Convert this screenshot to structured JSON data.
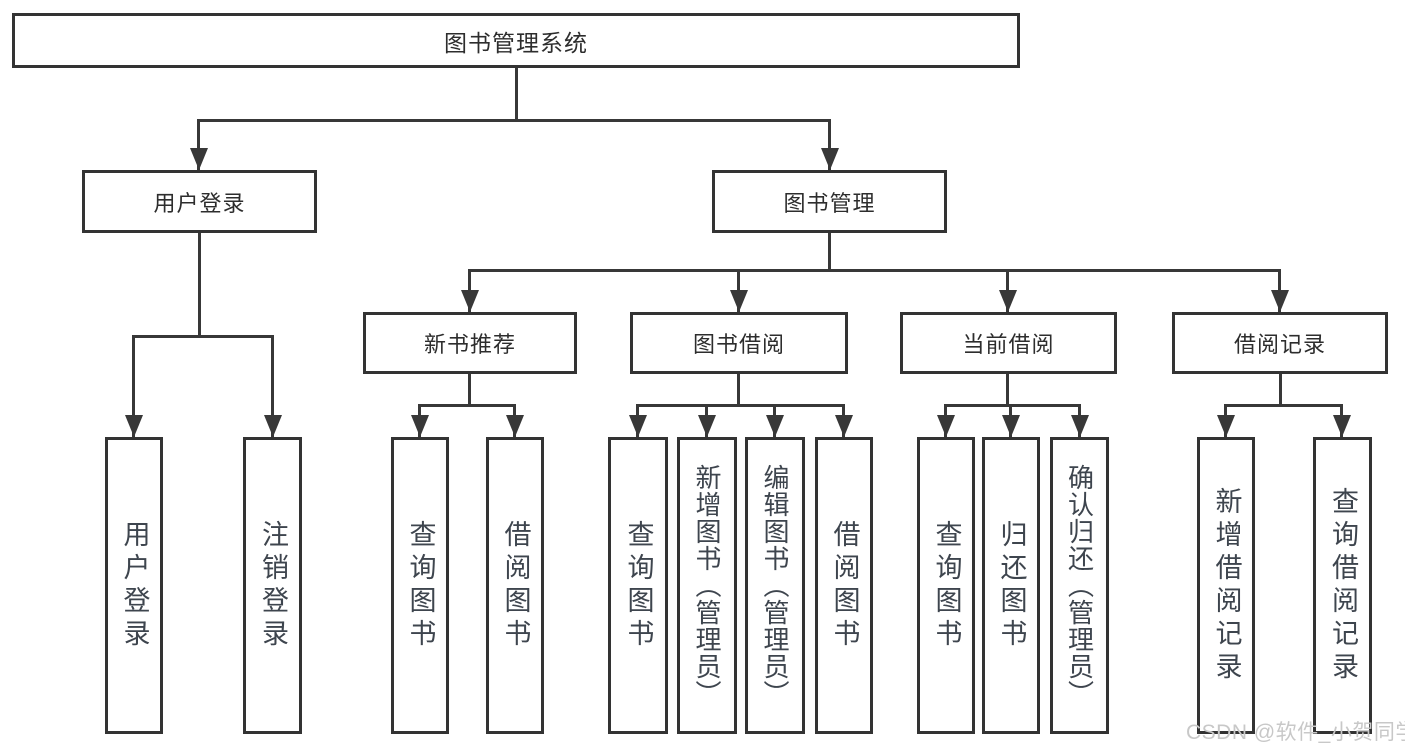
{
  "tree": {
    "root": {
      "label": "图书管理系统"
    },
    "user_login": {
      "label": "用户登录",
      "children": [
        {
          "label": "用户登录"
        },
        {
          "label": "注销登录"
        }
      ]
    },
    "book_mgmt": {
      "label": "图书管理",
      "groups": [
        {
          "label": "新书推荐",
          "children": [
            {
              "label": "查询图书"
            },
            {
              "label": "借阅图书"
            }
          ]
        },
        {
          "label": "图书借阅",
          "children": [
            {
              "label": "查询图书"
            },
            {
              "label": "新增图书（管理员）"
            },
            {
              "label": "编辑图书（管理员）"
            },
            {
              "label": "借阅图书"
            }
          ]
        },
        {
          "label": "当前借阅",
          "children": [
            {
              "label": "查询图书"
            },
            {
              "label": "归还图书"
            },
            {
              "label": "确认归还（管理员）"
            }
          ]
        },
        {
          "label": "借阅记录",
          "children": [
            {
              "label": "新增借阅记录"
            },
            {
              "label": "查询借阅记录"
            }
          ]
        }
      ]
    }
  },
  "watermark": {
    "text": "CSDN @软件_小贺同学"
  },
  "colors": {
    "line": "#383838",
    "box_border": "#333333",
    "label_text": "#2d2d2d",
    "vertical_text": "#3e454e",
    "watermark": "#c8c8c8",
    "background": "#ffffff"
  }
}
